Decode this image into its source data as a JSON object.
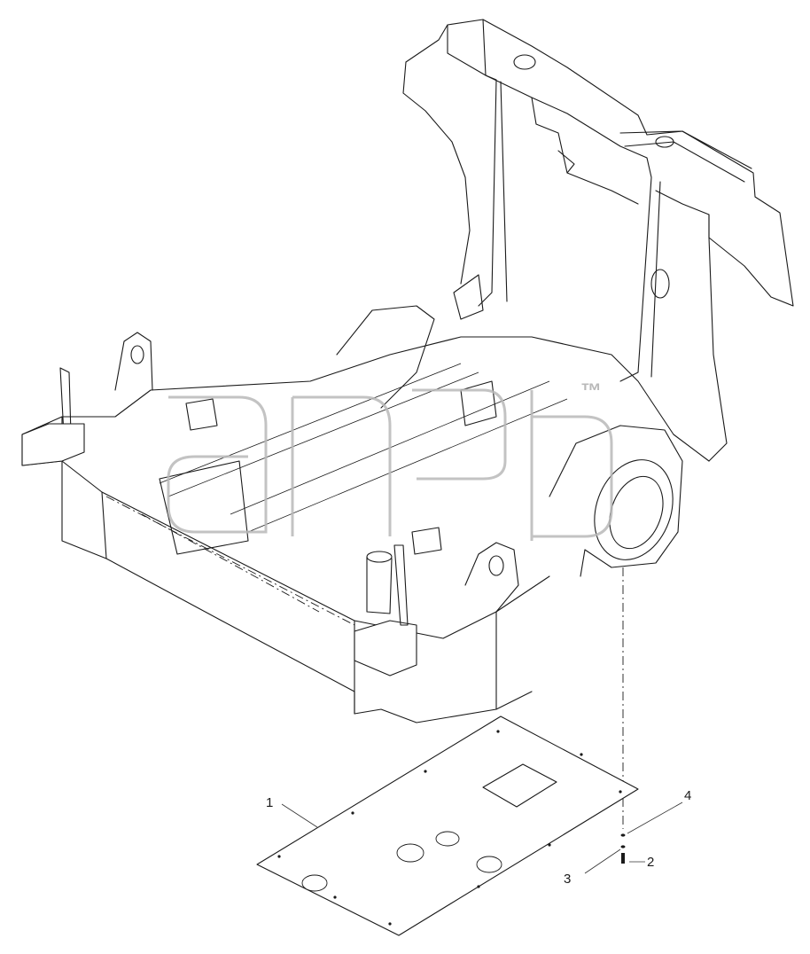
{
  "diagram": {
    "callouts": [
      {
        "id": "1",
        "label": "1"
      },
      {
        "id": "2",
        "label": "2"
      },
      {
        "id": "3",
        "label": "3"
      },
      {
        "id": "4",
        "label": "4"
      }
    ],
    "watermark": {
      "trademark": "™"
    },
    "colors": {
      "line": "#1a1a1a",
      "watermark": "#b9b9b9",
      "background": "#ffffff"
    }
  }
}
